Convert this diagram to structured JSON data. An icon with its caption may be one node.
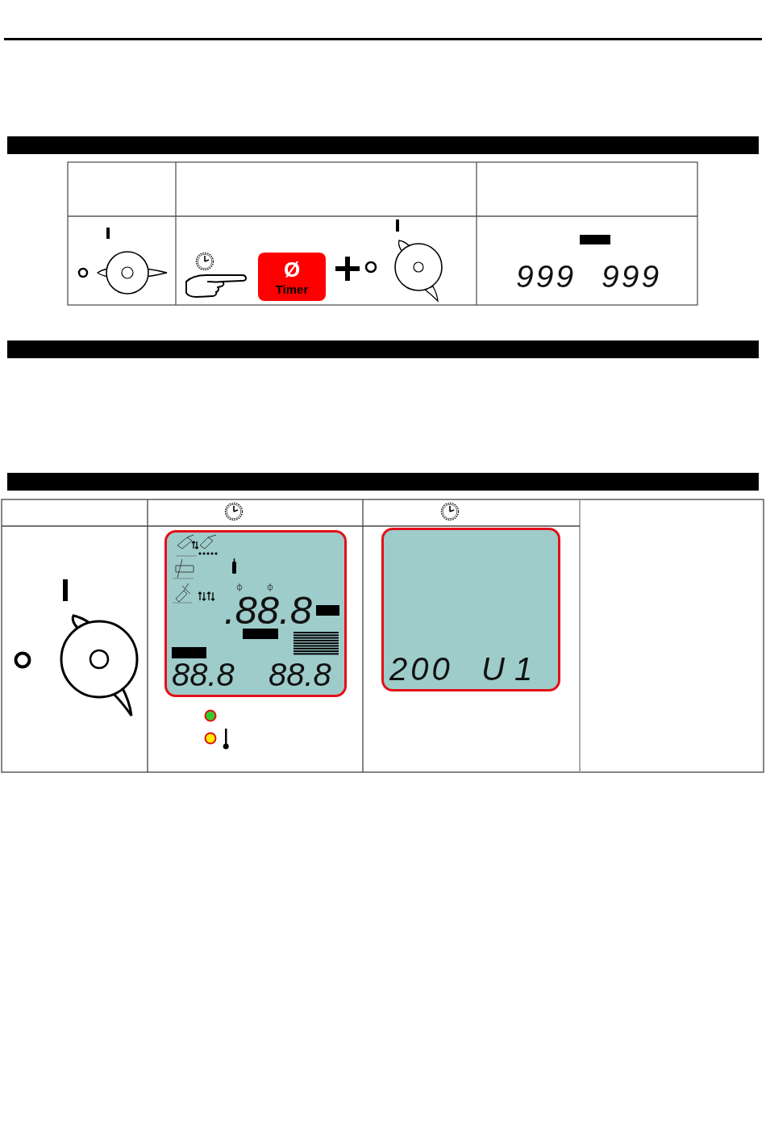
{
  "diagram": {
    "nodes": [
      {
        "text": [],
        "shape": "bar"
      },
      {
        "text": [
          "Ø",
          "Timer"
        ]
      },
      {
        "text": [],
        "shape": "bar"
      },
      {
        "text": [],
        "shape": "bar"
      },
      {
        "text": [
          ".88.8",
          "88.8",
          "88.8"
        ]
      },
      {
        "text": [
          "200",
          "U1"
        ]
      }
    ],
    "labels": [
      "999",
      "999"
    ]
  }
}
